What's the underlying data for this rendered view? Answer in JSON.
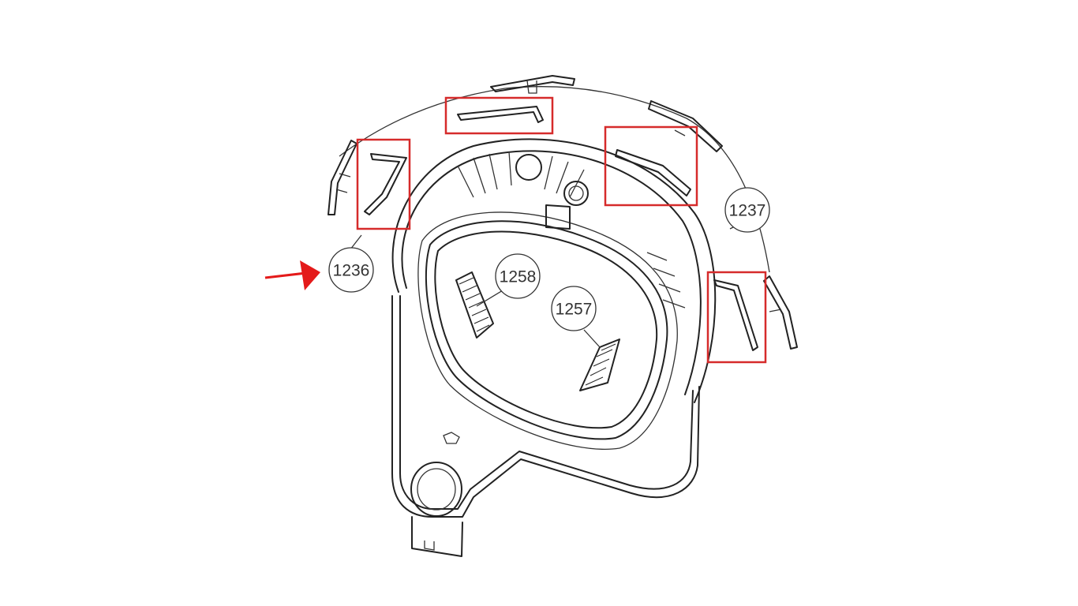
{
  "diagram": {
    "callouts": [
      {
        "id": "c1236",
        "label": "1236"
      },
      {
        "id": "c1237",
        "label": "1237"
      },
      {
        "id": "c1258",
        "label": "1258"
      },
      {
        "id": "c1257",
        "label": "1257"
      }
    ],
    "highlight_color": "#d62b2b",
    "arrow_color": "#e41a1a",
    "line_color": "#222222",
    "background": "#ffffff"
  }
}
